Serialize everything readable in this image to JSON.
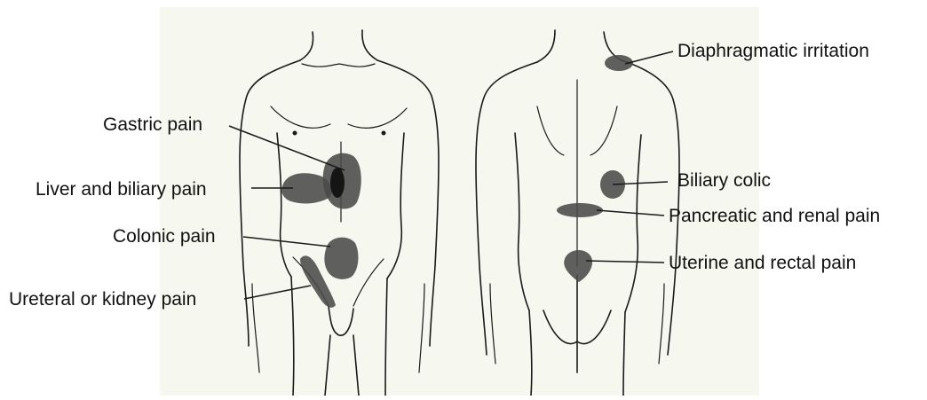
{
  "diagram": {
    "labels": {
      "gastric": "Gastric pain",
      "liver": "Liver and biliary pain",
      "colonic": "Colonic pain",
      "ureteral": "Ureteral or kidney pain",
      "diaphragm": "Diaphragmatic irritation",
      "biliary_colic": "Biliary colic",
      "pancreatic": "Pancreatic and renal pain",
      "uterine": "Uterine and rectal pain"
    },
    "colors": {
      "background_panel": "#f6f7ee",
      "outline": "#1a1a1a",
      "pain_region": "#4a4a4a",
      "pain_region_dark": "#151515"
    }
  }
}
